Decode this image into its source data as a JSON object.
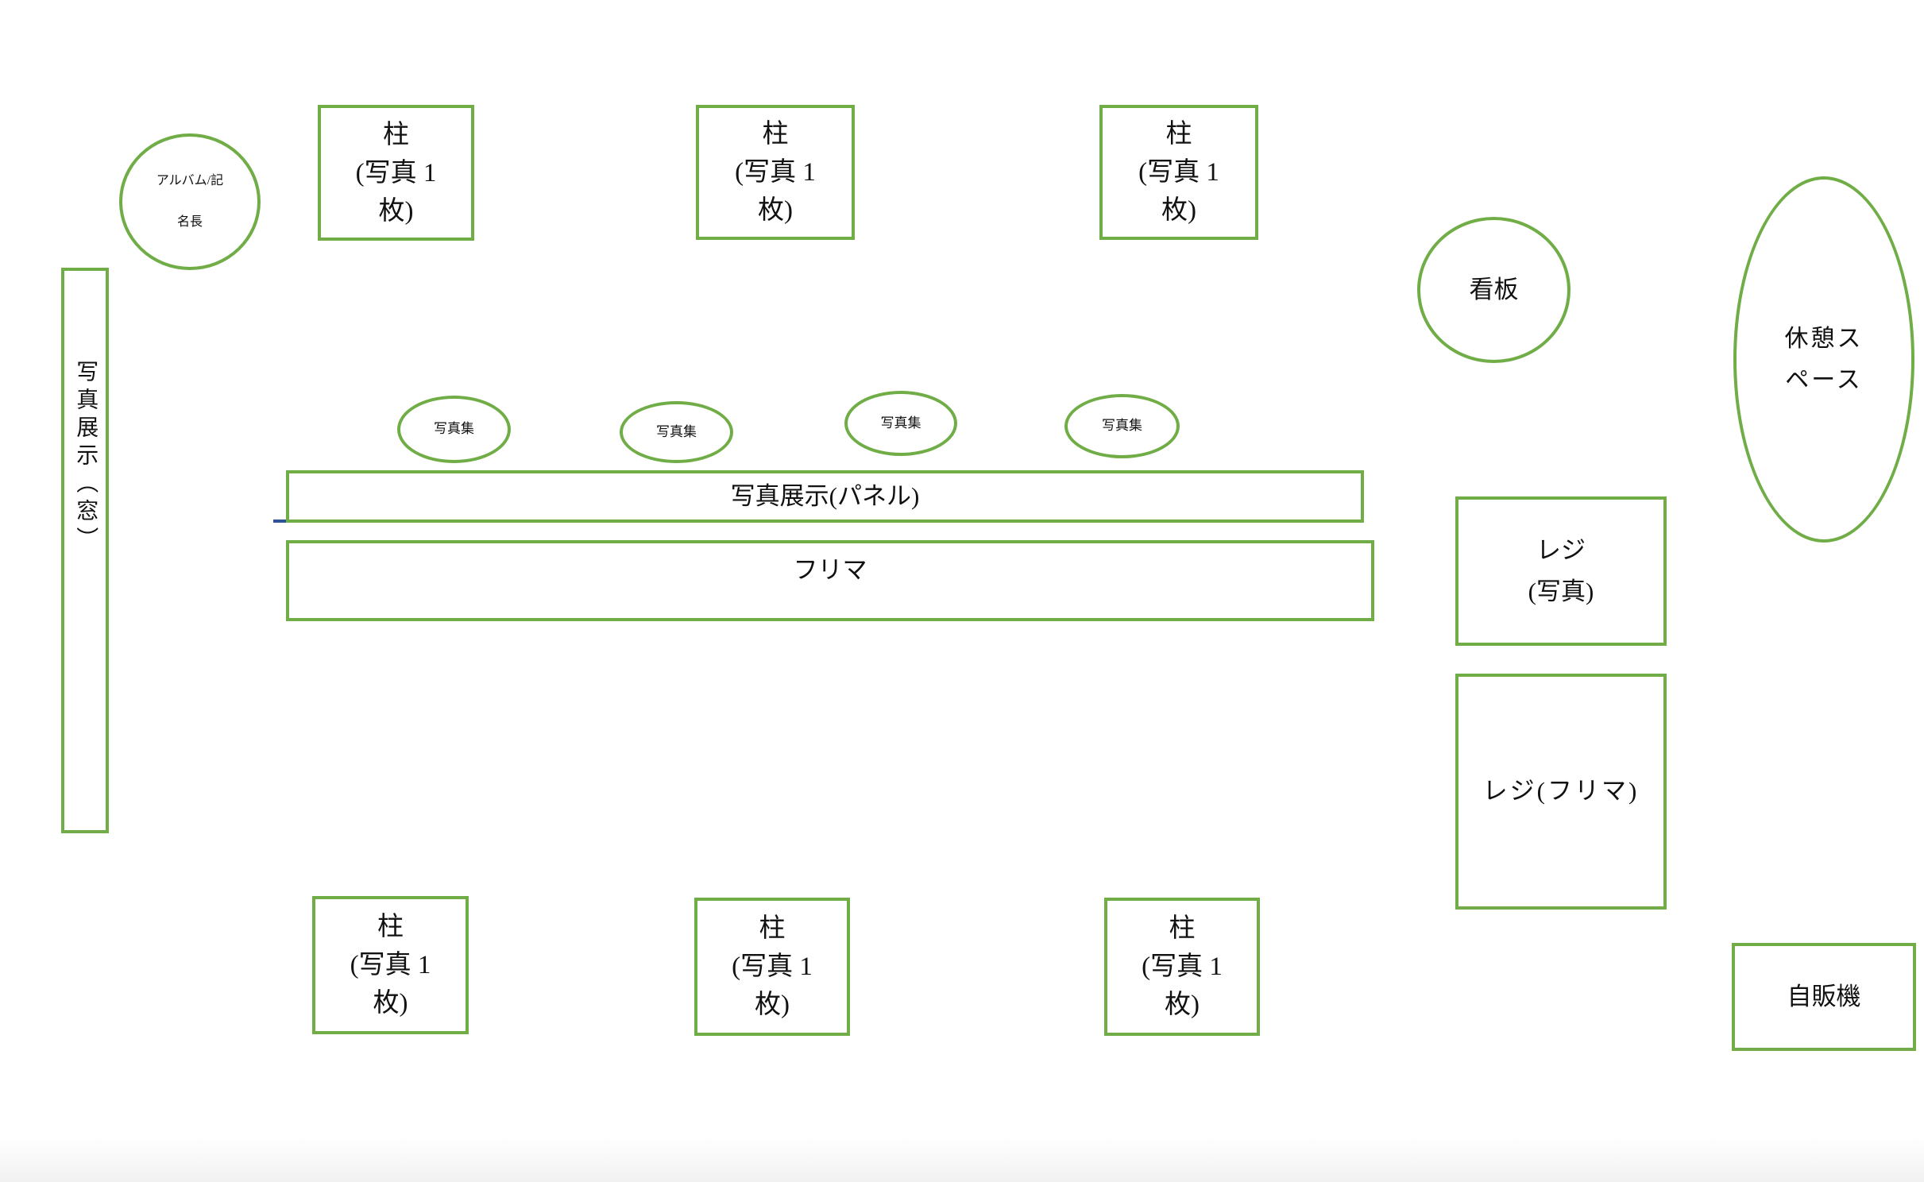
{
  "colors": {
    "outline_green": "#70ad47",
    "text": "#111111",
    "stray_mark_blue": "#2e5395"
  },
  "diagram": {
    "album_circle": {
      "line1": "アルバム/記",
      "line2": "名長"
    },
    "photo_display_window": {
      "label": "写真展示（窓）"
    },
    "pillar": {
      "line1": "柱",
      "line2": "(写真 1",
      "line3": "枚)"
    },
    "photo_book": {
      "label": "写真集"
    },
    "photo_display_panel": {
      "label": "写真展示(パネル)"
    },
    "flea_market": {
      "label": "フリマ"
    },
    "signboard": {
      "label": "看板"
    },
    "rest_space": {
      "line1": "休憩ス",
      "line2": "ペース"
    },
    "register_photo": {
      "line1": "レジ",
      "line2": "(写真)"
    },
    "register_flea": {
      "label": "レジ(フリマ)"
    },
    "vending_machine": {
      "label": "自販機"
    }
  }
}
